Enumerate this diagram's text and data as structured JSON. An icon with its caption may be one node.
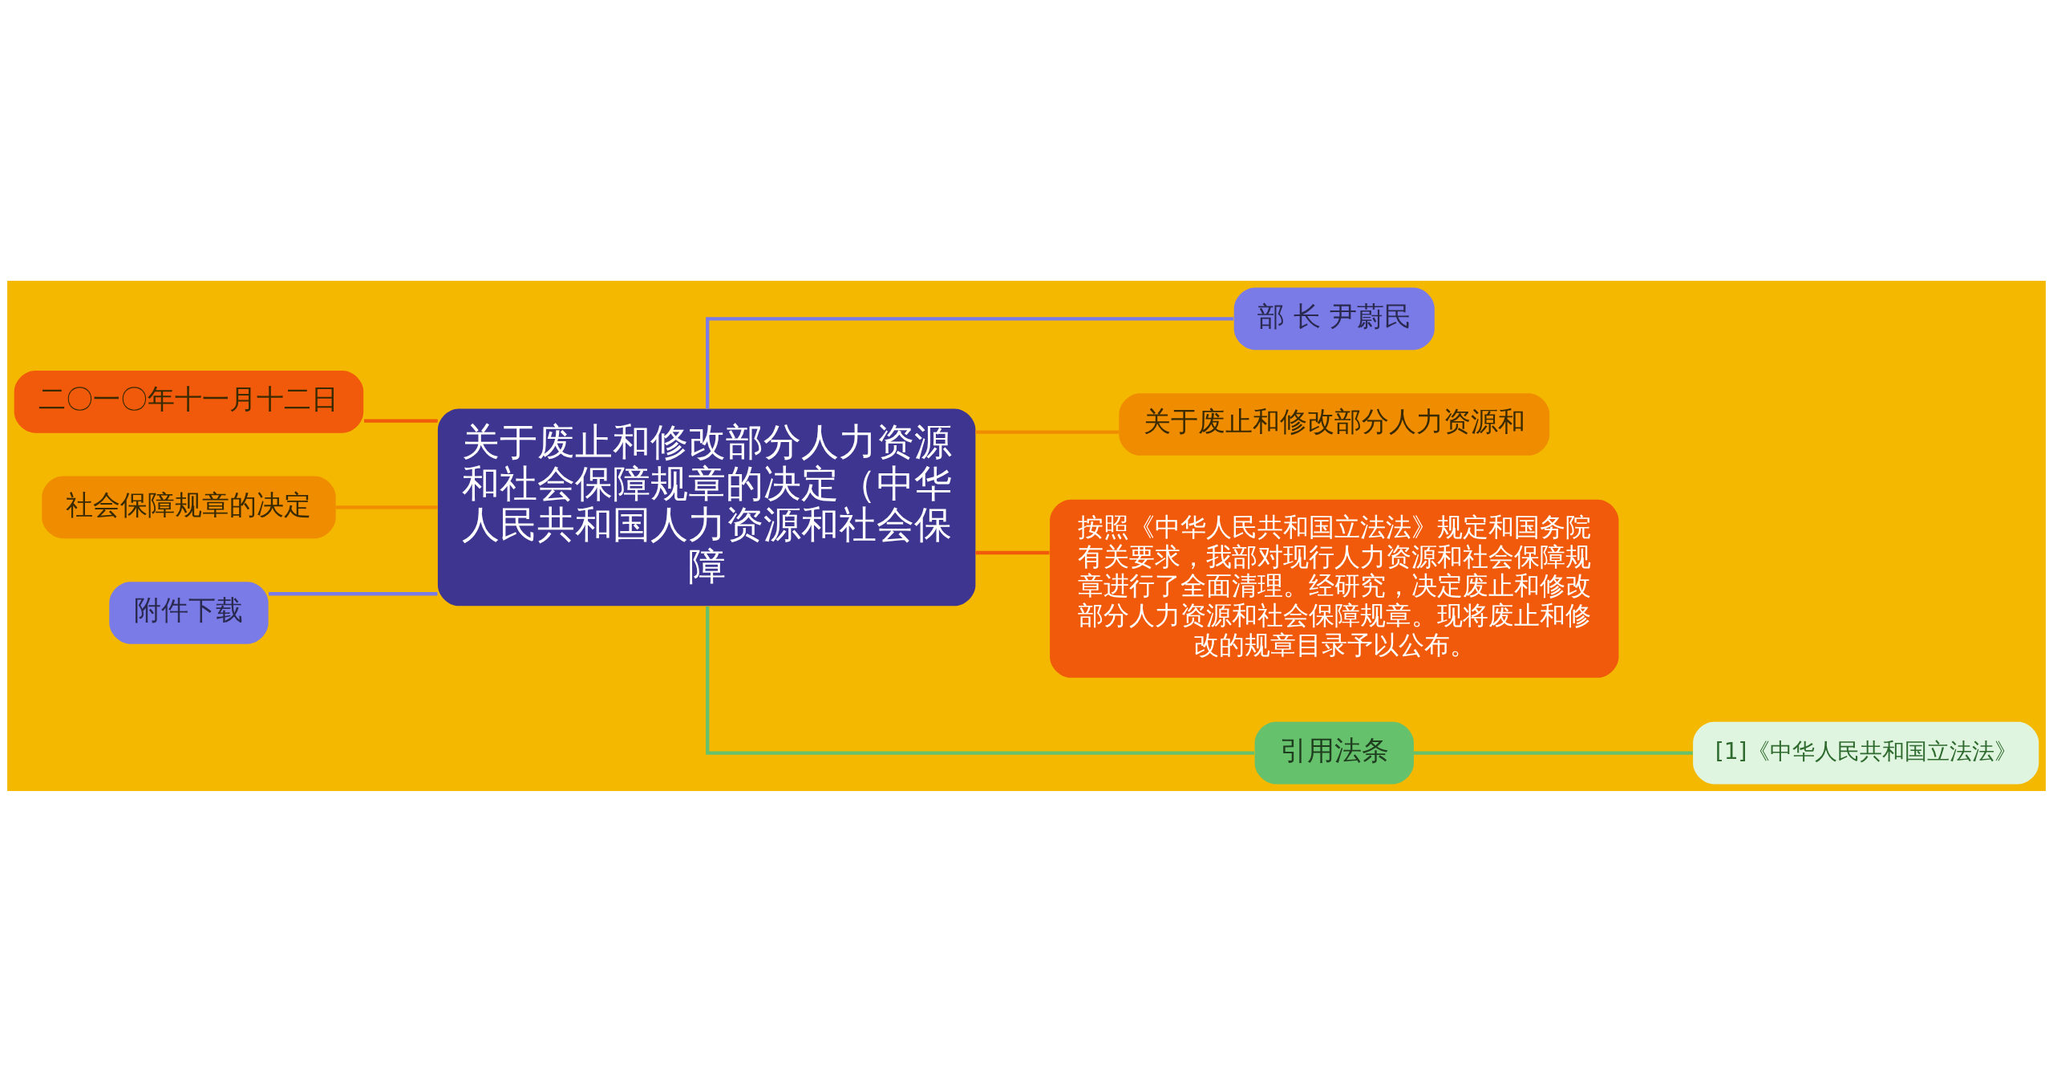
{
  "diagram": {
    "nodes": [
      {
        "text": [
          "关于废止和修改部分人力资源和社会保障规章的决定（中华人民共和国人力资源和社会保障"
        ]
      },
      {
        "text": [
          "二〇一〇年十一月十二日"
        ]
      },
      {
        "text": [
          "社会保障规章的决定"
        ]
      },
      {
        "text": [
          "附件下载"
        ]
      },
      {
        "text": [
          "部 长 尹蔚民"
        ]
      },
      {
        "text": [
          "关于废止和修改部分人力资源和"
        ]
      },
      {
        "text": [
          "按照《中华人民共和国立法法》规定和国务院有关要求，我部对现行人力资源和社会保障规章进行了全面清理。经研究，决定废止和修改部分人力资源和社会保障规章。现将废止和修改的规章目录予以公布。"
        ]
      },
      {
        "text": [
          "引用法条"
        ]
      },
      {
        "text": [
          "[1]《中华人民共和国立法法》"
        ]
      }
    ],
    "edges": [
      {
        "from": 1,
        "to": 0,
        "arrow": "none",
        "color": "#f05a0a"
      },
      {
        "from": 2,
        "to": 0,
        "arrow": "none",
        "color": "#ef8c00"
      },
      {
        "from": 3,
        "to": 0,
        "arrow": "none",
        "color": "#7b7be8"
      },
      {
        "from": 0,
        "to": 4,
        "arrow": "none",
        "color": "#7b7be8"
      },
      {
        "from": 0,
        "to": 5,
        "arrow": "none",
        "color": "#ef8c00"
      },
      {
        "from": 0,
        "to": 6,
        "arrow": "none",
        "color": "#f05a0a"
      },
      {
        "from": 0,
        "to": 7,
        "arrow": "none",
        "color": "#66c16c"
      },
      {
        "from": 7,
        "to": 8,
        "arrow": "none",
        "color": "#66c16c"
      }
    ]
  }
}
